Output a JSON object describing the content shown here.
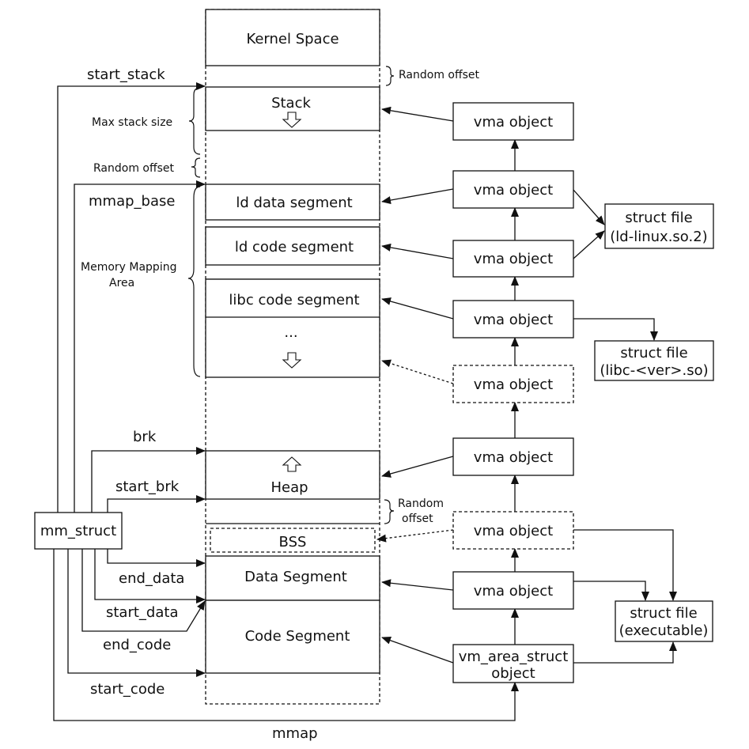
{
  "memory_layout": {
    "kernel_space": "Kernel Space",
    "stack": "Stack",
    "ld_data_segment": "ld data segment",
    "ld_code_segment": "ld code segment",
    "libc_code_segment": "libc code segment",
    "ellipsis": "...",
    "heap": "Heap",
    "bss": "BSS",
    "data_segment": "Data Segment",
    "code_segment": "Code Segment"
  },
  "annotations": {
    "random_offset_top": "Random offset",
    "max_stack_size": "Max stack size",
    "random_offset_mid": "Random offset",
    "memory_mapping_area_line1": "Memory Mapping",
    "memory_mapping_area_line2": "Area",
    "random_offset_heap_line1": "Random",
    "random_offset_heap_line2": "offset"
  },
  "pointers": {
    "start_stack": "start_stack",
    "mmap_base": "mmap_base",
    "brk": "brk",
    "start_brk": "start_brk",
    "end_data": "end_data",
    "start_data": "start_data",
    "end_code": "end_code",
    "start_code": "start_code",
    "mmap": "mmap"
  },
  "mm_struct": "mm_struct",
  "vma_objects": {
    "vma_1": "vma object",
    "vma_2": "vma object",
    "vma_3": "vma object",
    "vma_4": "vma object",
    "vma_5": "vma object",
    "vma_6": "vma object",
    "vma_7": "vma object",
    "vma_8": "vma object",
    "vm_area_struct_line1": "vm_area_struct",
    "vm_area_struct_line2": "object"
  },
  "struct_files": {
    "ld_line1": "struct file",
    "ld_line2": "(ld-linux.so.2)",
    "libc_line1": "struct file",
    "libc_line2": "(libc-<ver>.so)",
    "exe_line1": "struct file",
    "exe_line2": "(executable)"
  }
}
